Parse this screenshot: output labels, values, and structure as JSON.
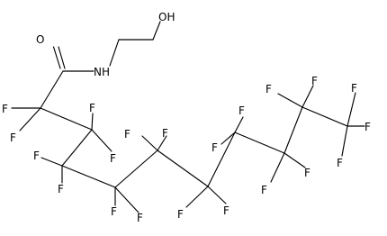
{
  "molecule": {
    "atoms": [
      {
        "id": "O_carbonyl",
        "label": "O"
      },
      {
        "id": "N_amide",
        "label": "NH"
      },
      {
        "id": "O_hydroxyl",
        "label": "OH"
      },
      {
        "id": "F1",
        "label": "F"
      },
      {
        "id": "F2",
        "label": "F"
      },
      {
        "id": "F3",
        "label": "F"
      },
      {
        "id": "F4",
        "label": "F"
      },
      {
        "id": "F5",
        "label": "F"
      },
      {
        "id": "F6",
        "label": "F"
      },
      {
        "id": "F7",
        "label": "F"
      },
      {
        "id": "F8",
        "label": "F"
      },
      {
        "id": "F9",
        "label": "F"
      },
      {
        "id": "F10",
        "label": "F"
      },
      {
        "id": "F11",
        "label": "F"
      },
      {
        "id": "F12",
        "label": "F"
      },
      {
        "id": "F13",
        "label": "F"
      },
      {
        "id": "F14",
        "label": "F"
      },
      {
        "id": "F15",
        "label": "F"
      },
      {
        "id": "F16",
        "label": "F"
      },
      {
        "id": "F17",
        "label": "F"
      },
      {
        "id": "F18",
        "label": "F"
      },
      {
        "id": "F19",
        "label": "F"
      }
    ]
  }
}
